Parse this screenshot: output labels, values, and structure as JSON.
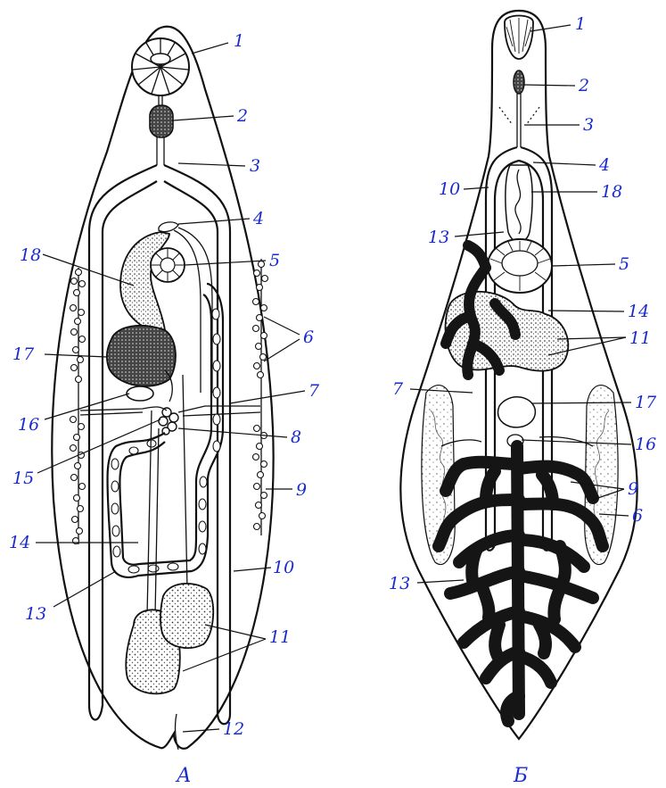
{
  "figure_a": {
    "caption": "А",
    "labels": [
      "1",
      "2",
      "3",
      "4",
      "5",
      "6",
      "7",
      "8",
      "9",
      "10",
      "11",
      "12",
      "13",
      "14",
      "15",
      "16",
      "17",
      "18"
    ]
  },
  "figure_b": {
    "caption": "Б",
    "labels": [
      "1",
      "2",
      "3",
      "4",
      "10",
      "18",
      "13",
      "5",
      "14",
      "11",
      "7",
      "17",
      "16",
      "9",
      "6",
      "13"
    ]
  },
  "colors": {
    "label": "#1a2bd0",
    "ink": "#111111",
    "background": "#ffffff"
  }
}
